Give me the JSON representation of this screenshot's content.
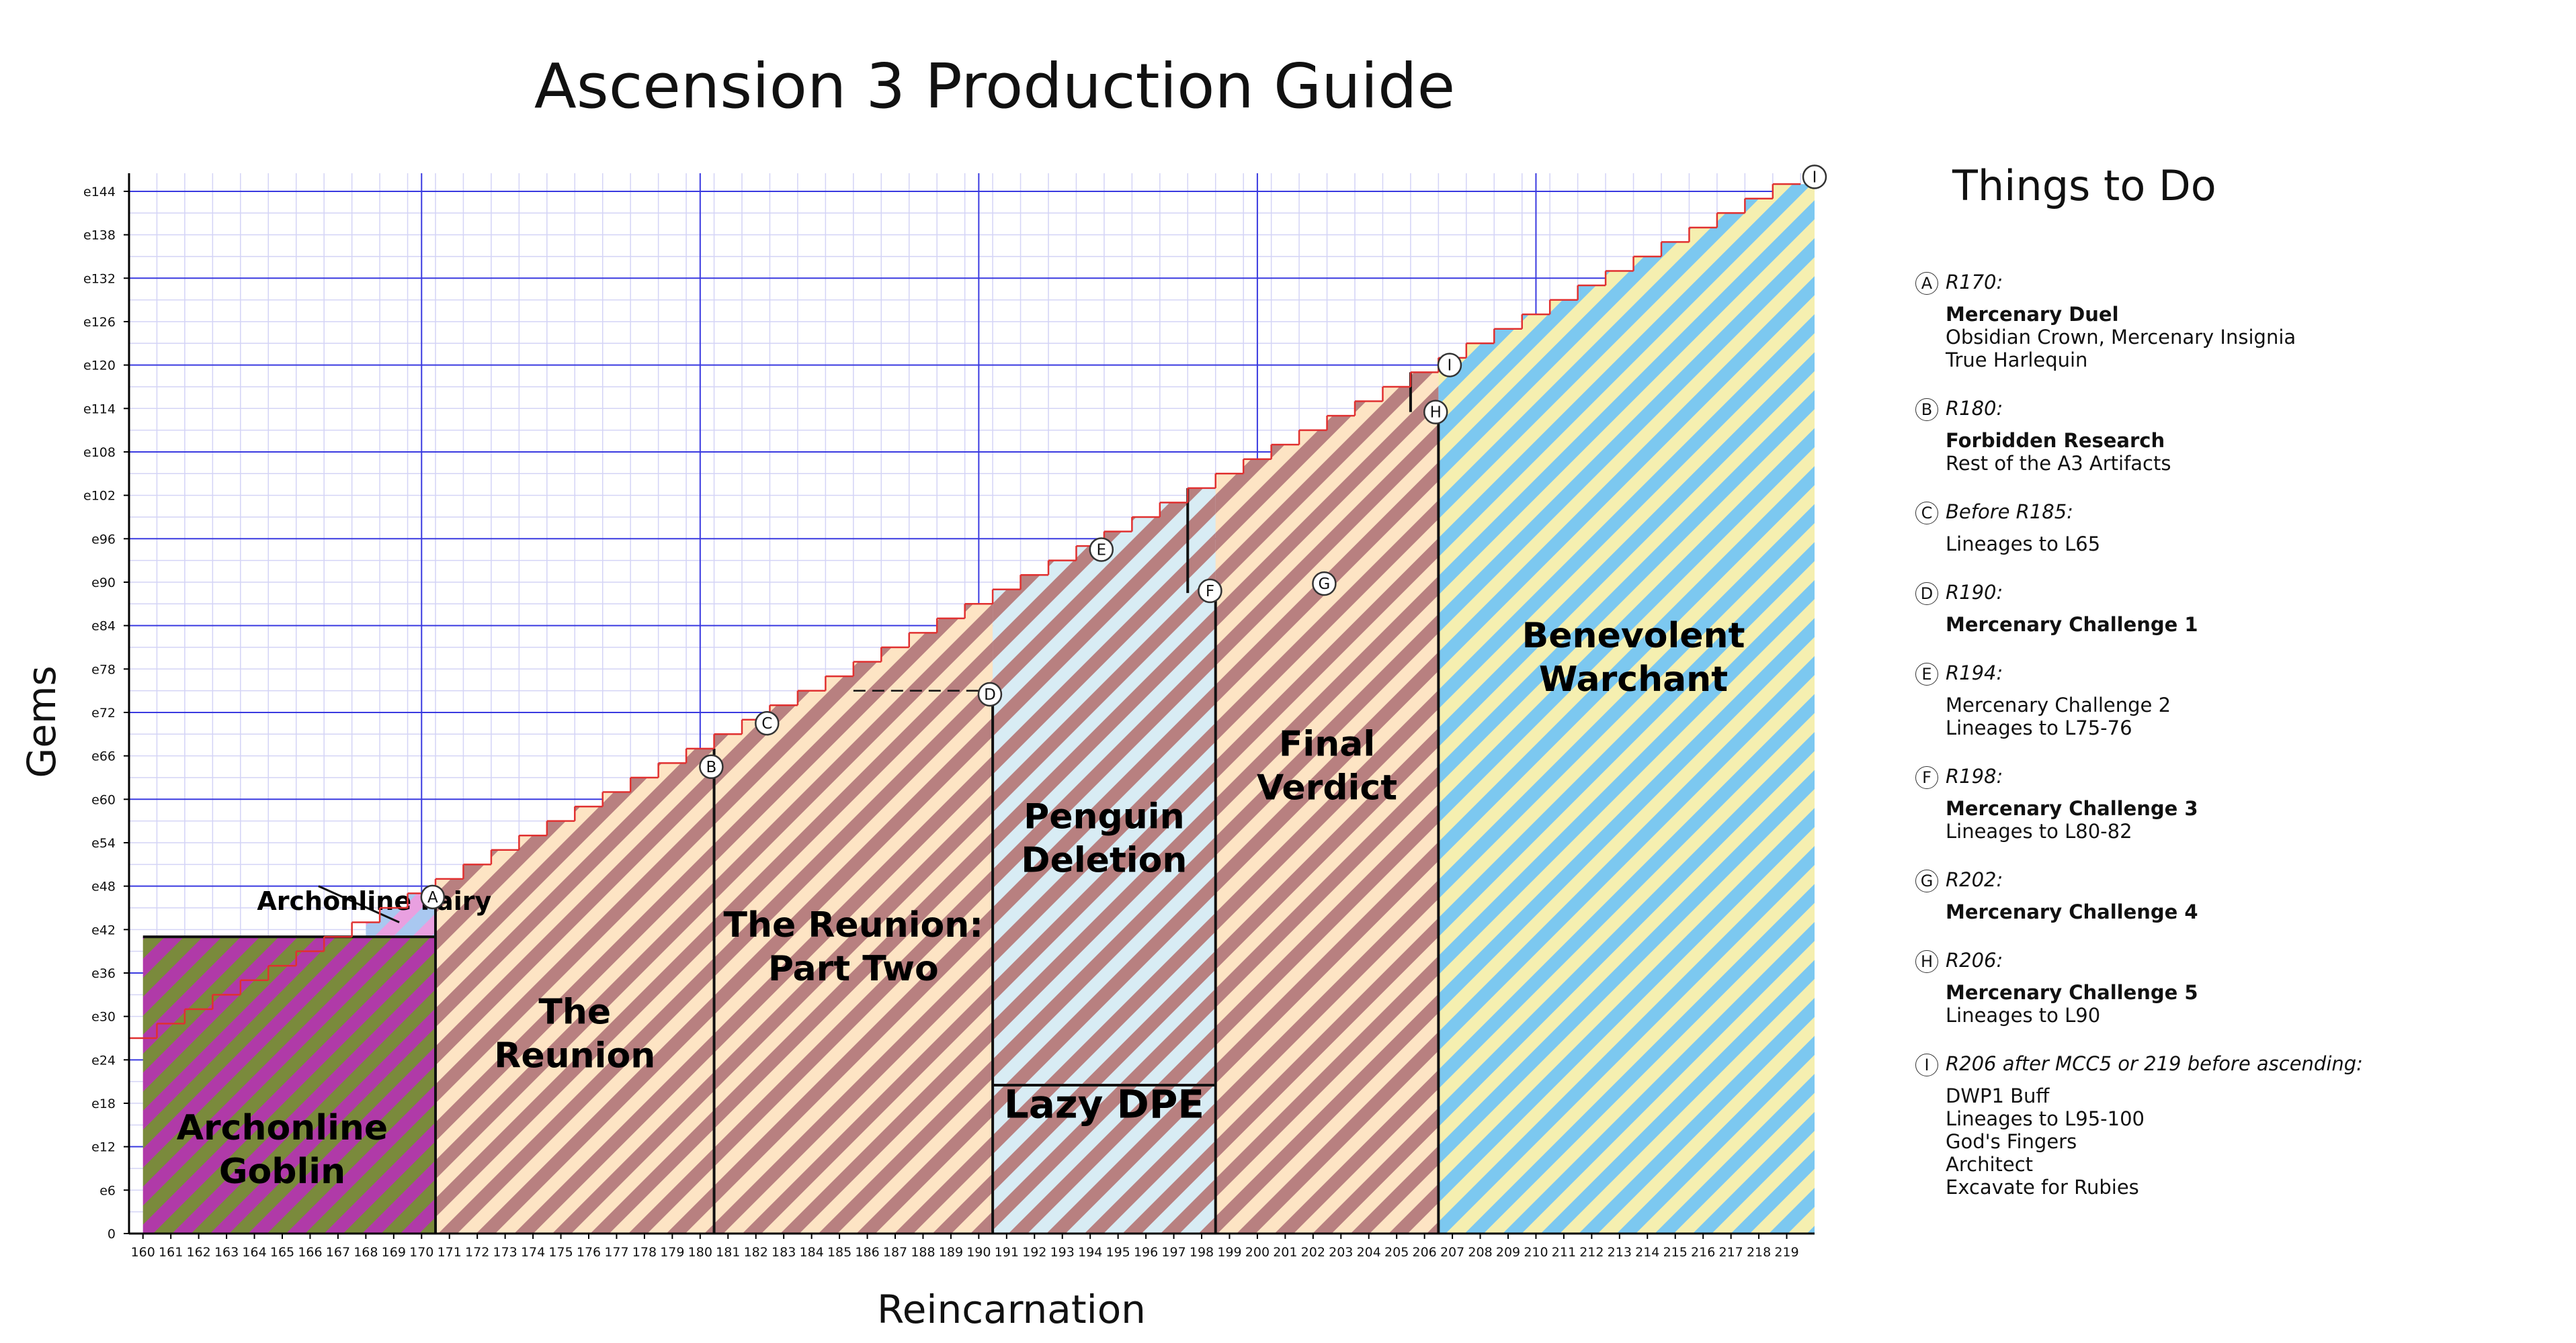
{
  "chart_data": {
    "type": "bar",
    "title": "Ascension 3 Production Guide",
    "xlabel": "Reincarnation",
    "ylabel": "Gems",
    "x_range": [
      160,
      219
    ],
    "x_ticks": [
      "160",
      "161",
      "162",
      "163",
      "164",
      "165",
      "166",
      "167",
      "168",
      "169",
      "170",
      "171",
      "172",
      "173",
      "174",
      "175",
      "176",
      "177",
      "178",
      "179",
      "180",
      "181",
      "182",
      "183",
      "184",
      "185",
      "186",
      "187",
      "188",
      "189",
      "190",
      "191",
      "192",
      "193",
      "194",
      "195",
      "196",
      "197",
      "198",
      "199",
      "200",
      "201",
      "202",
      "203",
      "204",
      "205",
      "206",
      "207",
      "208",
      "209",
      "210",
      "211",
      "212",
      "213",
      "214",
      "215",
      "216",
      "217",
      "218",
      "219"
    ],
    "y_ticks": [
      "0",
      "e6",
      "e12",
      "e18",
      "e24",
      "e30",
      "e36",
      "e42",
      "e48",
      "e54",
      "e60",
      "e66",
      "e72",
      "e78",
      "e84",
      "e90",
      "e96",
      "e102",
      "e108",
      "e114",
      "e120",
      "e126",
      "e132",
      "e138",
      "e144"
    ],
    "ylim": [
      0,
      146.5
    ],
    "grid": true,
    "gems_exponent_by_reincarnation": [
      27,
      29,
      31,
      33,
      35,
      37,
      39,
      41,
      43,
      45,
      47,
      49,
      51,
      53,
      55,
      57,
      59,
      61,
      63,
      65,
      67,
      69,
      71,
      73,
      75,
      77,
      79,
      81,
      83,
      85,
      87,
      89,
      91,
      93,
      95,
      97,
      99,
      101,
      103,
      105,
      107,
      109,
      111,
      113,
      115,
      117,
      119,
      121,
      123,
      125,
      127,
      129,
      131,
      133,
      135,
      137,
      139,
      141,
      143,
      145
    ],
    "regions": [
      {
        "label_lines": [
          "Archonline",
          "Goblin"
        ],
        "from": 160,
        "to": 170.5,
        "top": 41,
        "colors": [
          "#7a8a3c",
          "#b03aa8"
        ]
      },
      {
        "label_lines": [
          "Archonline Fairy"
        ],
        "from": 168,
        "to": 170.5,
        "bottom": 41,
        "colors": [
          "#e9a0e0",
          "#a9c8f0"
        ]
      },
      {
        "label_lines": [
          "The",
          "Reunion"
        ],
        "from": 170.5,
        "to": 180.5,
        "colors": [
          "#fde4c4",
          "#b88080"
        ]
      },
      {
        "label_lines": [
          "The Reunion:",
          "Part Two"
        ],
        "from": 180.5,
        "to": 190.5,
        "colors": [
          "#fde4c4",
          "#b88080"
        ]
      },
      {
        "label_lines": [
          "Penguin",
          "Deletion"
        ],
        "from": 190.5,
        "to": 198.5,
        "bottom": 20.5,
        "colors": [
          "#d8ecf4",
          "#b88080"
        ]
      },
      {
        "label_lines": [
          "Lazy DPE"
        ],
        "from": 190.5,
        "to": 198.5,
        "top": 20.5,
        "colors": [
          "#d8ecf4",
          "#b88080"
        ]
      },
      {
        "label_lines": [
          "Final",
          "Verdict"
        ],
        "from": 198.5,
        "to": 206.5,
        "colors": [
          "#fde4c4",
          "#b88080"
        ]
      },
      {
        "label_lines": [
          "Benevolent",
          "Warchant"
        ],
        "from": 206.5,
        "to": 220,
        "colors": [
          "#f5efb0",
          "#7cc8f0"
        ]
      }
    ],
    "markers": [
      {
        "id": "A",
        "x": 170.4,
        "y": 46.5
      },
      {
        "id": "B",
        "x": 180.4,
        "y": 64.5
      },
      {
        "id": "C",
        "x": 182.4,
        "y": 70.5
      },
      {
        "id": "D",
        "x": 190.4,
        "y": 74.5
      },
      {
        "id": "E",
        "x": 194.4,
        "y": 94.5
      },
      {
        "id": "F",
        "x": 198.3,
        "y": 88.8
      },
      {
        "id": "G",
        "x": 202.4,
        "y": 89.8
      },
      {
        "id": "H",
        "x": 206.4,
        "y": 113.5
      },
      {
        "id": "I",
        "x": 206.9,
        "y": 120.0
      },
      {
        "id": "I",
        "x": 220.0,
        "y": 146.0
      }
    ]
  },
  "things_to_do": {
    "title": "Things to Do",
    "items": [
      {
        "badge": "A",
        "when": "R170:",
        "lines": [
          {
            "text": "Mercenary Duel",
            "bold": true
          },
          {
            "text": "Obsidian Crown, Mercenary Insignia",
            "bold": false
          },
          {
            "text": "True Harlequin",
            "bold": false
          }
        ]
      },
      {
        "badge": "B",
        "when": "R180:",
        "lines": [
          {
            "text": "Forbidden Research",
            "bold": true
          },
          {
            "text": "Rest of the A3 Artifacts",
            "bold": false
          }
        ]
      },
      {
        "badge": "C",
        "when": "Before R185:",
        "lines": [
          {
            "text": "Lineages to L65",
            "bold": false
          }
        ]
      },
      {
        "badge": "D",
        "when": "R190:",
        "lines": [
          {
            "text": "Mercenary Challenge 1",
            "bold": true
          }
        ]
      },
      {
        "badge": "E",
        "when": "R194:",
        "lines": [
          {
            "text": "Mercenary Challenge 2",
            "bold": false
          },
          {
            "text": "Lineages to L75-76",
            "bold": false
          }
        ]
      },
      {
        "badge": "F",
        "when": "R198:",
        "lines": [
          {
            "text": "Mercenary Challenge 3",
            "bold": true
          },
          {
            "text": "Lineages to L80-82",
            "bold": false
          }
        ]
      },
      {
        "badge": "G",
        "when": "R202:",
        "lines": [
          {
            "text": "Mercenary Challenge 4",
            "bold": true
          }
        ]
      },
      {
        "badge": "H",
        "when": "R206:",
        "lines": [
          {
            "text": "Mercenary Challenge 5",
            "bold": true
          },
          {
            "text": "Lineages to L90",
            "bold": false
          }
        ]
      },
      {
        "badge": "I",
        "when": "R206 after MCC5 or 219 before ascending:",
        "lines": [
          {
            "text": "DWP1 Buff",
            "bold": false
          },
          {
            "text": "Lineages to L95-100",
            "bold": false
          },
          {
            "text": "God's Fingers",
            "bold": false
          },
          {
            "text": "Architect",
            "bold": false
          },
          {
            "text": "Excavate for Rubies",
            "bold": false
          }
        ]
      }
    ]
  },
  "colors": {
    "step_outline": "#e03030",
    "grid_major": "#3a3ae0",
    "grid_minor": "#d4d4f6",
    "region_border": "#111111"
  }
}
